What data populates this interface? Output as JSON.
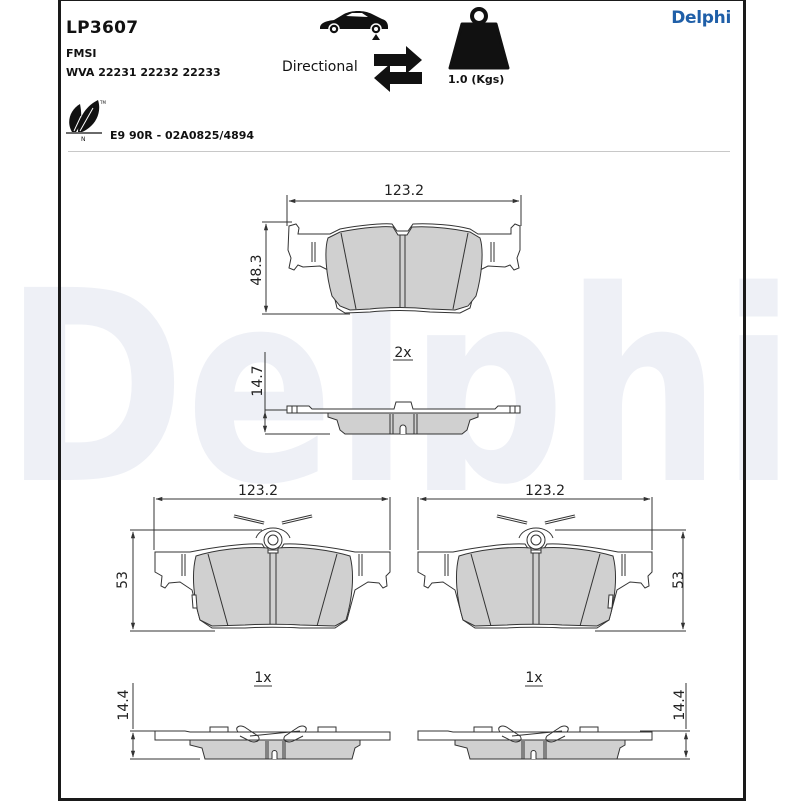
{
  "header": {
    "part_number": "LP3607",
    "fmsi_label": "FMSI",
    "wva_line": "WVA 22231 22232 22233",
    "ece_approval": "E9 90R - 02A0825/4894",
    "brand": "Delphi",
    "directional_label": "Directional",
    "weight_label": "1.0 (Kgs)"
  },
  "icons": {
    "eco": "eco-leaf-icon",
    "car": "car-axle-icon",
    "direction": "directional-arrows-icon",
    "weight": "weight-icon"
  },
  "watermark": {
    "text": "Delphi",
    "color": "#eef0f6"
  },
  "colors": {
    "brand": "#1f5fa8",
    "pad_fill": "#d0d0d0",
    "line": "#333333",
    "frame": "#1a1a1a"
  },
  "drawings": {
    "top_pad": {
      "width_dim": "123.2",
      "height_dim": "48.3",
      "thickness_dim": "14.7",
      "quantity": "2x"
    },
    "bottom_left_pad": {
      "width_dim": "123.2",
      "height_dim": "53",
      "thickness_dim": "14.4",
      "quantity": "1x"
    },
    "bottom_right_pad": {
      "width_dim": "123.2",
      "height_dim": "53",
      "thickness_dim": "14.4",
      "quantity": "1x"
    }
  }
}
